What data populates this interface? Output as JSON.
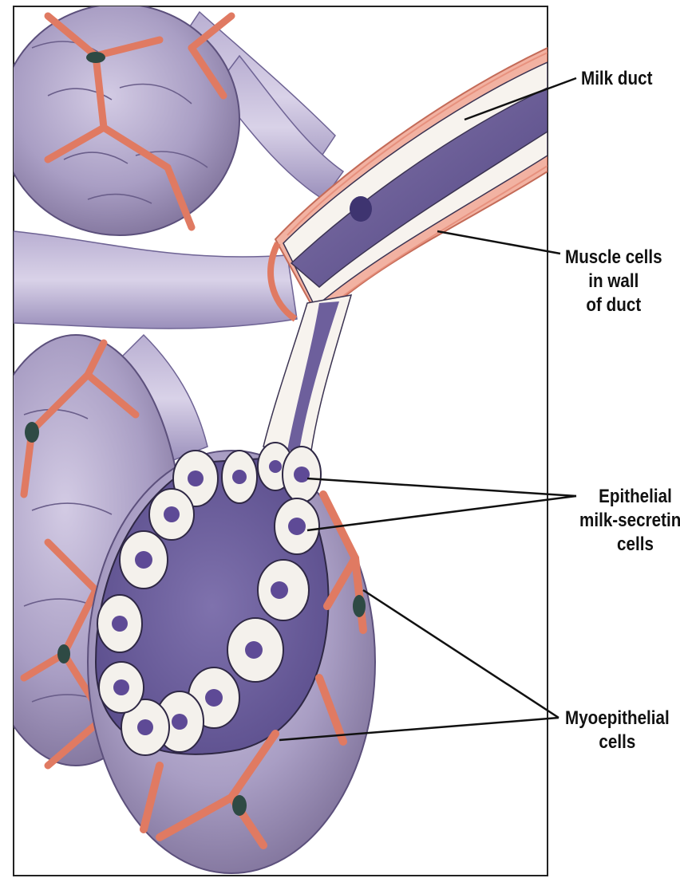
{
  "labels": {
    "milk_duct": [
      "Milk duct"
    ],
    "muscle_cells": [
      "Muscle cells",
      "in wall",
      "of duct"
    ],
    "epithelial": [
      "Epithelial",
      "milk-secreting",
      "cells"
    ],
    "myoepithelial": [
      "Myoepithelial",
      "cells"
    ]
  },
  "colors": {
    "lobule_purple": "#9c8fb8",
    "lobule_light": "#c9c0dc",
    "vessel_red": "#e07a62",
    "duct_purple": "#5c4f8c",
    "cell_white": "#f4f1ec",
    "nucleus": "#5e4a96",
    "muscle_pink": "#f2b2a2"
  }
}
